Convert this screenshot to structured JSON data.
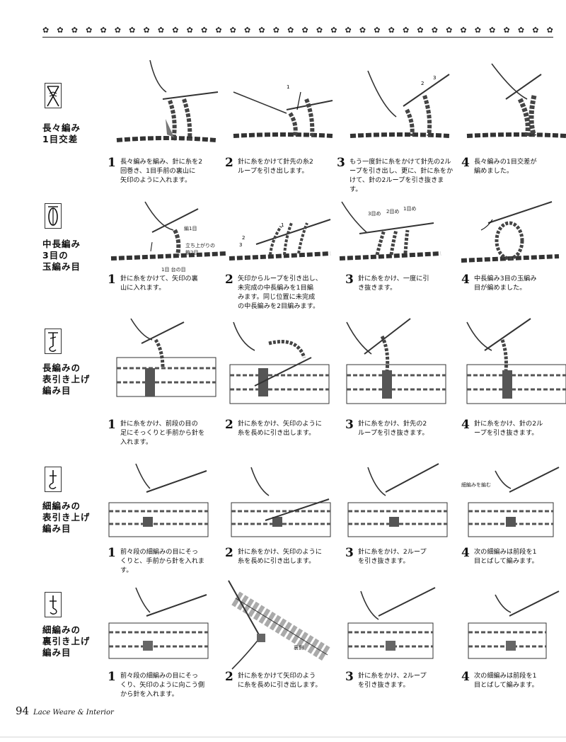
{
  "ornament": {
    "glyphs": [
      "✿",
      "✿",
      "✿",
      "✿",
      "✿",
      "✿",
      "✿",
      "✿",
      "✿",
      "✿",
      "✿",
      "✿",
      "✿",
      "✿",
      "✿",
      "✿",
      "✿",
      "✿",
      "✿",
      "✿",
      "✿",
      "✿",
      "✿",
      "✿",
      "✿",
      "✿",
      "✿",
      "✿",
      "✿",
      "✿",
      "✿",
      "✿",
      "✿",
      "✿",
      "✿",
      "✿"
    ]
  },
  "sections": [
    {
      "title": "長々編み\n1目交差",
      "symbol_icon": "double-treble-cross-symbol",
      "steps": [
        {
          "num": "1",
          "text": "長々編みを編み、針に糸を2\n回巻き、1目手前の裏山に\n矢印のように入れます。"
        },
        {
          "num": "2",
          "text": "針に糸をかけて針先の糸2\nループを引き出します。"
        },
        {
          "num": "3",
          "text": "もう一度針に糸をかけて針先の2ル\nープを引き出し、更に、針に糸をか\nけて、針の2ループを引き抜きます。"
        },
        {
          "num": "4",
          "text": "長々編みの1目交差が\n編めました。"
        }
      ]
    },
    {
      "title": "中長編み\n3目の\n玉編み目",
      "symbol_icon": "puff-stitch-symbol",
      "annotations": {
        "a1": "編1目",
        "a2": "立ち上がりの",
        "a3": "鎖2目",
        "a4": "1目 台の目",
        "a5": "3目め",
        "a6": "2目め",
        "a7": "1目め"
      },
      "steps": [
        {
          "num": "1",
          "text": "針に糸をかけて、矢印の裏\n山に入れます。"
        },
        {
          "num": "2",
          "text": "矢印からループを引き出し、\n未完成の中長編みを1目編\nみます。同じ位置に未完成\nの中長編みを2目編みます。"
        },
        {
          "num": "3",
          "text": "針に糸をかけ、一度に引\nき抜きます。"
        },
        {
          "num": "4",
          "text": "中長編み3目の玉編み\n目が編めました。"
        }
      ]
    },
    {
      "title": "長編みの\n表引き上げ\n編み目",
      "symbol_icon": "front-post-double-symbol",
      "steps": [
        {
          "num": "1",
          "text": "針に糸をかけ、前段の目の\n足にそっくりと手前から針を\n入れます。"
        },
        {
          "num": "2",
          "text": "針に糸をかけ、矢印のように\n糸を長めに引き出します。"
        },
        {
          "num": "3",
          "text": "針に糸をかけ、針先の2\nループを引き抜きます。"
        },
        {
          "num": "4",
          "text": "針に糸をかけ、針の2ル\nープを引き抜きます。"
        }
      ]
    },
    {
      "title": "細編みの\n表引き上げ\n編み目",
      "symbol_icon": "front-post-single-symbol",
      "annotations": {
        "a1": "細編みを編む"
      },
      "steps": [
        {
          "num": "1",
          "text": "前々段の細編みの目にそっ\nくりと、手前から針を入れま\nす。"
        },
        {
          "num": "2",
          "text": "針に糸をかけ、矢印のように\n糸を長めに引き出します。"
        },
        {
          "num": "3",
          "text": "針に糸をかけ、2ループ\nを引き抜きます。"
        },
        {
          "num": "4",
          "text": "次の細編みは前段を1\n目とばして編みます。"
        }
      ]
    },
    {
      "title": "細編みの\n裏引き上げ\n編み目",
      "symbol_icon": "back-post-single-symbol",
      "annotations": {
        "a1": "裏側"
      },
      "steps": [
        {
          "num": "1",
          "text": "前々段の細編みの目にそっ\nくり、矢印のように向こう側\nから針を入れます。"
        },
        {
          "num": "2",
          "text": "針に糸をかけて矢印のよう\nに糸を長めに引き出します。"
        },
        {
          "num": "3",
          "text": "針に糸をかけ、2ループ\nを引き抜きます。"
        },
        {
          "num": "4",
          "text": "次の細編みは前段を1\n目とばして編みます。"
        }
      ]
    }
  ],
  "footer": {
    "page": "94",
    "title": "Lace Weare & Interior"
  }
}
